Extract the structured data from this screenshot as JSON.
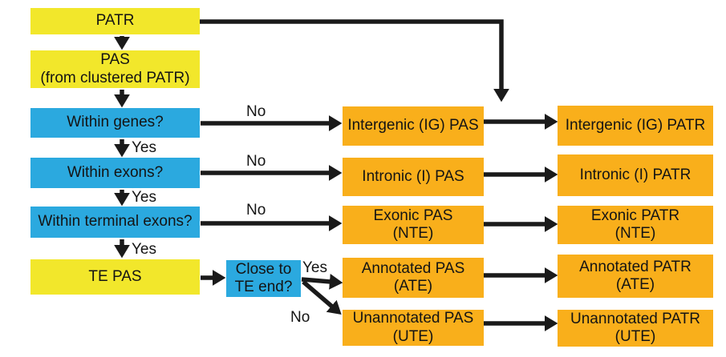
{
  "colors": {
    "yellow": "#F2E72B",
    "blue": "#2BA9DF",
    "orange": "#F9AF1B",
    "arrow": "#1A1A1A",
    "background": "#FFFFFF"
  },
  "nodes": {
    "patr": "PATR",
    "pas": "PAS\n(from clustered PATR)",
    "within_genes": "Within genes?",
    "within_exons": "Within exons?",
    "within_terminal_exons": "Within terminal exons?",
    "te_pas": "TE PAS",
    "close_to_te_end": "Close to\nTE end?",
    "intergenic_pas": "Intergenic (IG) PAS",
    "intronic_pas": "Intronic (I) PAS",
    "exonic_pas": "Exonic PAS\n(NTE)",
    "annotated_pas": "Annotated PAS\n(ATE)",
    "unannotated_pas": "Unannotated PAS\n(UTE)",
    "intergenic_patr": "Intergenic (IG) PATR",
    "intronic_patr": "Intronic (I) PATR",
    "exonic_patr": "Exonic PATR\n(NTE)",
    "annotated_patr": "Annotated PATR\n(ATE)",
    "unannotated_patr": "Unannotated PATR\n(UTE)"
  },
  "edge_labels": {
    "no_genes": "No",
    "no_exons": "No",
    "no_terminal": "No",
    "yes_genes": "Yes",
    "yes_exons": "Yes",
    "yes_terminal": "Yes",
    "yes_te": "Yes",
    "no_te": "No"
  }
}
